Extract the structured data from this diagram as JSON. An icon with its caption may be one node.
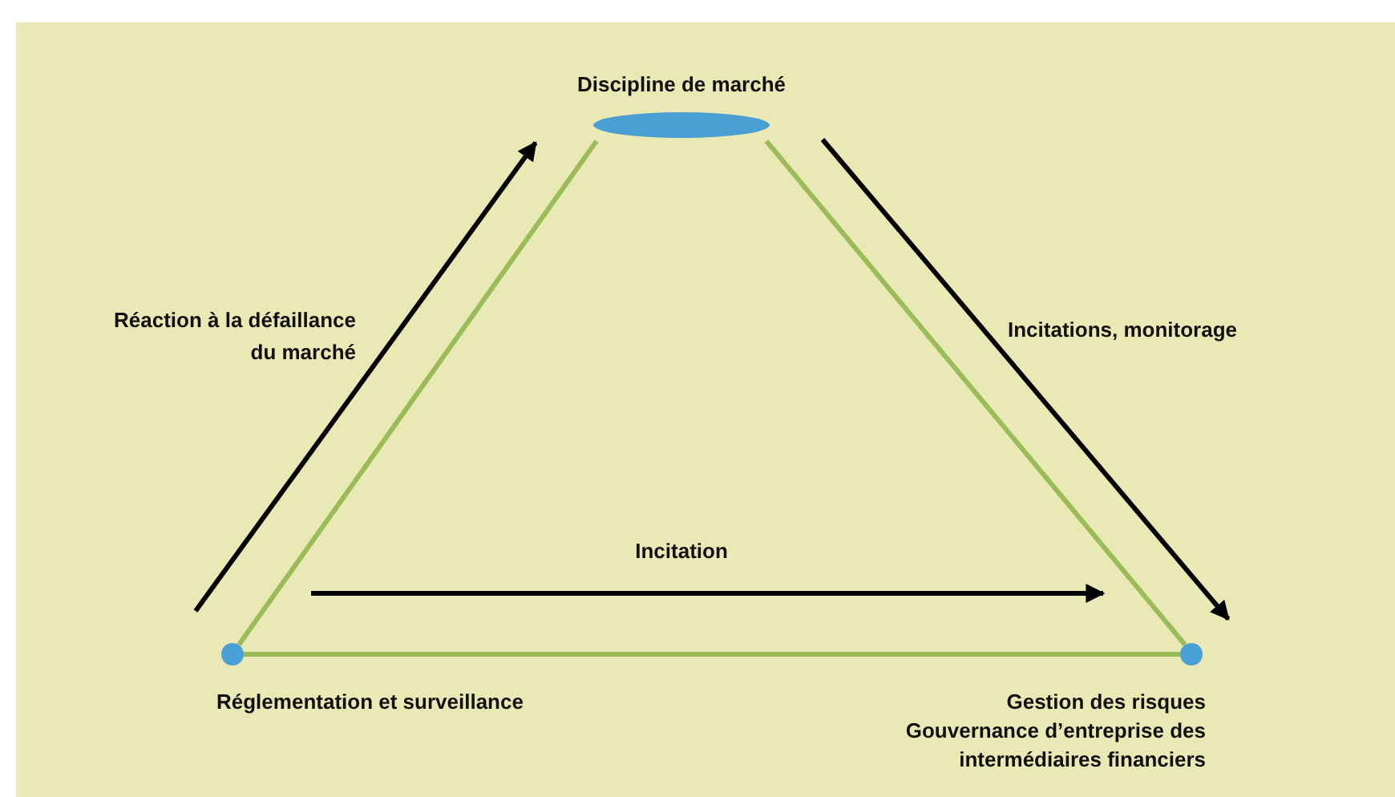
{
  "diagram": {
    "nodes": [
      {
        "text": [
          "Discipline de marché"
        ]
      },
      {
        "text": [
          "Réglementation et surveillance"
        ]
      },
      {
        "text": [
          "Gestion des risques",
          "Gouvernance d’entreprise des intermédiaires financiers"
        ]
      }
    ],
    "edges": [
      {
        "from": 0,
        "to": 1,
        "arrow": "none",
        "color": "#9bbb59"
      },
      {
        "from": 0,
        "to": 2,
        "arrow": "none",
        "color": "#9bbb59"
      },
      {
        "from": 1,
        "to": 2,
        "arrow": "none",
        "color": "#9bbb59"
      },
      {
        "from": 1,
        "to": 0,
        "arrow": "to",
        "label": "Réaction à la défaillance du marché",
        "color": "#000000"
      },
      {
        "from": 0,
        "to": 2,
        "arrow": "to",
        "label": "Incitations, monitorage",
        "color": "#000000"
      },
      {
        "from": 1,
        "to": 2,
        "arrow": "to",
        "label": "Incitation",
        "color": "#000000"
      }
    ]
  }
}
